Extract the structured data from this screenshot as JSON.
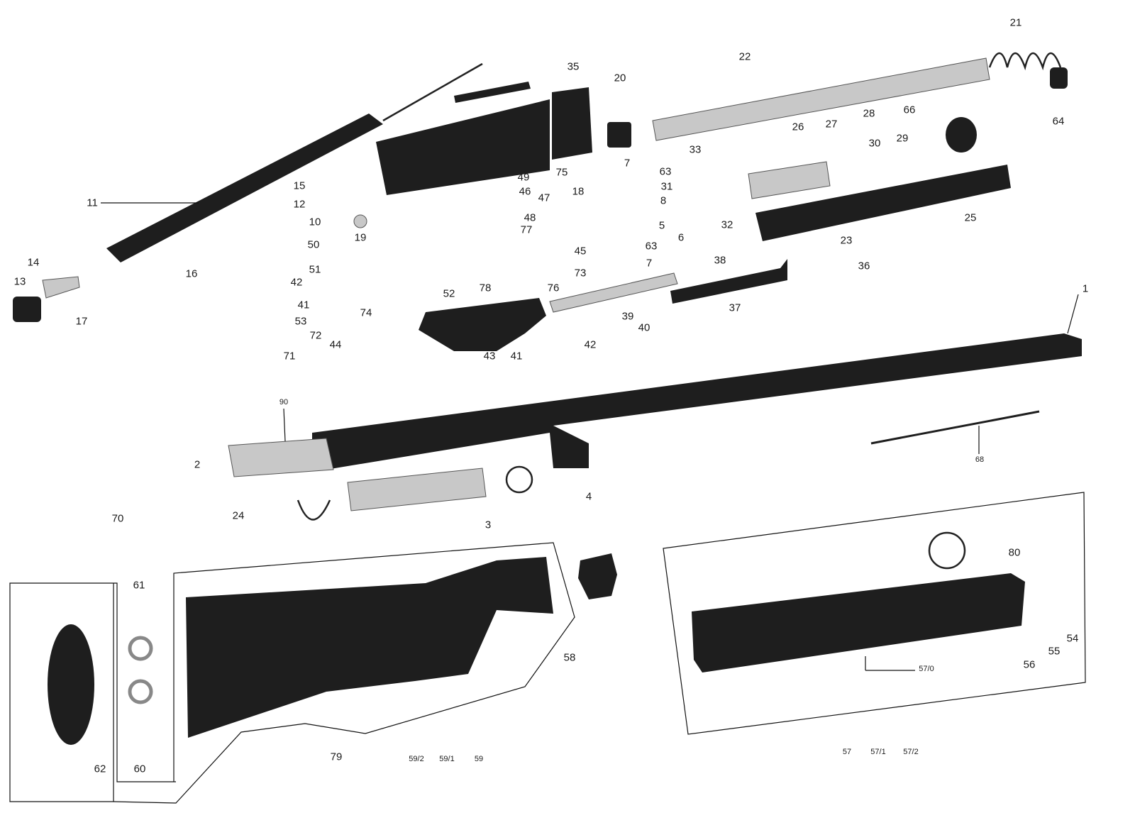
{
  "labels": [
    "21",
    "22",
    "35",
    "20",
    "64",
    "66",
    "28",
    "26",
    "27",
    "30",
    "29",
    "33",
    "7",
    "63",
    "75",
    "18",
    "49",
    "46",
    "47",
    "31",
    "8",
    "15",
    "12",
    "11",
    "48",
    "77",
    "32",
    "25",
    "5",
    "6",
    "10",
    "19",
    "50",
    "63",
    "45",
    "23",
    "7",
    "14",
    "51",
    "73",
    "16",
    "38",
    "36",
    "13",
    "42",
    "78",
    "76",
    "52",
    "41",
    "74",
    "37",
    "39",
    "53",
    "17",
    "40",
    "72",
    "44",
    "42",
    "43",
    "41",
    "71",
    "1",
    "90",
    "2",
    "68",
    "4",
    "24",
    "3",
    "70",
    "80",
    "61",
    "58",
    "56",
    "55",
    "54",
    "57/0",
    "62",
    "60",
    "79",
    "59/2",
    "59/1",
    "59",
    "57",
    "57/1",
    "57/2"
  ],
  "colors": {
    "ink": "#1c1c1c",
    "metal": "#c8c8c8",
    "paper": "#ffffff"
  }
}
